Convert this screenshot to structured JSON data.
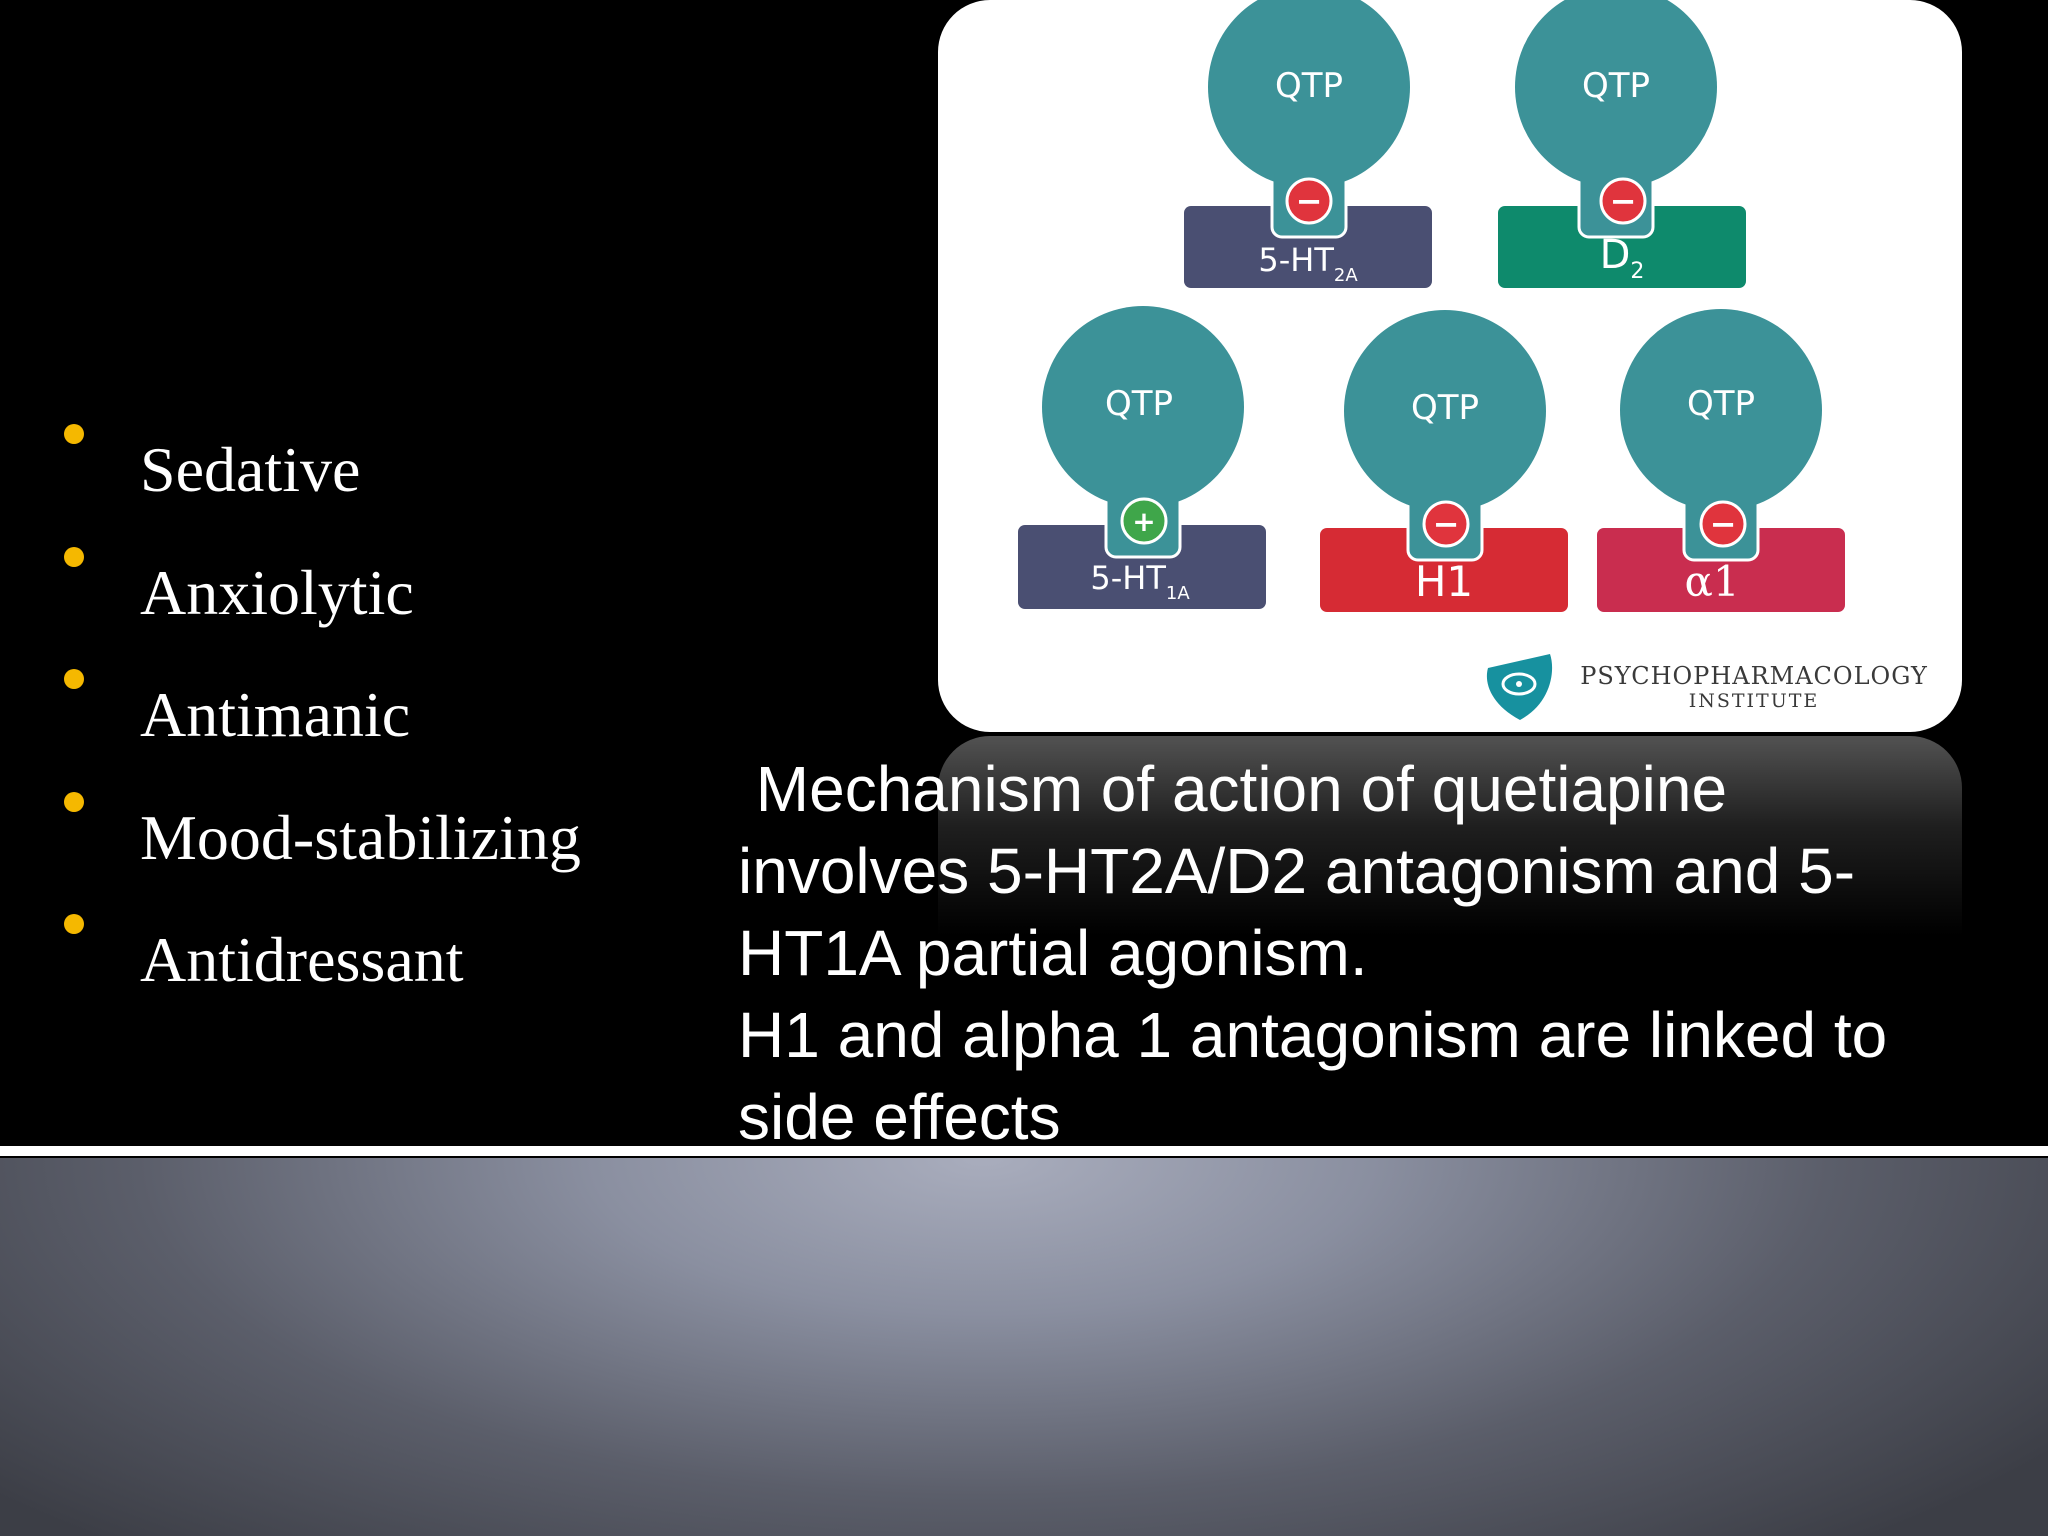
{
  "bullets": [
    "Sedative",
    "Anxiolytic",
    "Antimanic",
    "Mood-stabilizing",
    "Antidressant"
  ],
  "figure": {
    "receptors": [
      {
        "ligand": "QTP",
        "action": "−",
        "receptor": "5-HT",
        "subscript": "2A",
        "color": "#4a4f72"
      },
      {
        "ligand": "QTP",
        "action": "−",
        "receptor": "D",
        "subscript": "2",
        "color": "#0e8a6c"
      },
      {
        "ligand": "QTP",
        "action": "+",
        "receptor": "5-HT",
        "subscript": "1A",
        "color": "#4a4f72"
      },
      {
        "ligand": "QTP",
        "action": "−",
        "receptor": "H1",
        "subscript": "",
        "color": "#d62b34"
      },
      {
        "ligand": "QTP",
        "action": "−",
        "receptor": "α1",
        "subscript": "",
        "color": "#c92d4f"
      }
    ],
    "ligand_color": "#3c9298",
    "logo": {
      "line1": "PSYCHOPHARMACOLOGY",
      "line2": "INSTITUTE"
    }
  },
  "caption": {
    "lines": [
      " Mechanism of action of quetiapine",
      "involves 5-HT2A/D2 antagonism and 5-",
      "HT1A partial agonism.",
      "H1 and alpha 1 antagonism are linked to",
      "side effects"
    ]
  }
}
